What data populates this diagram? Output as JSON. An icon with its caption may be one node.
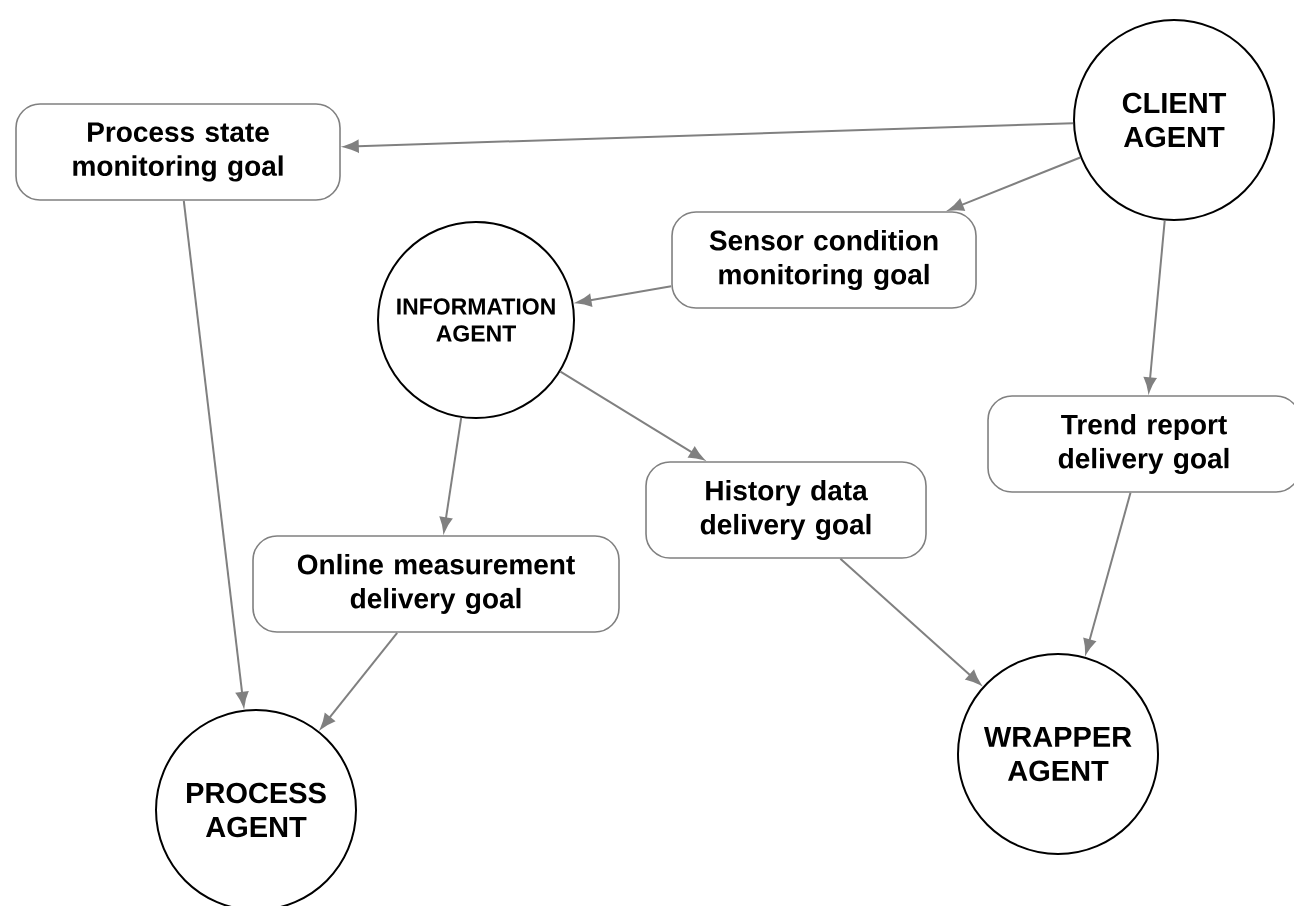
{
  "diagram": {
    "nodes": [
      {
        "text": [
          "Process state monitoring goal"
        ]
      },
      {
        "text": [
          "CLIENT AGENT"
        ]
      },
      {
        "text": [
          "Sensor condition monitoring goal"
        ]
      },
      {
        "text": [
          "INFORMATION AGENT"
        ]
      },
      {
        "text": [
          "Trend report delivery goal"
        ]
      },
      {
        "text": [
          "History data delivery goal"
        ]
      },
      {
        "text": [
          "Online measurement delivery goal"
        ]
      },
      {
        "text": [
          "WRAPPER AGENT"
        ]
      },
      {
        "text": [
          "PROCESS AGENT"
        ]
      }
    ],
    "edges": [
      {
        "from": 1,
        "to": 0,
        "arrow": "to"
      },
      {
        "from": 0,
        "to": 8,
        "arrow": "to"
      },
      {
        "from": 1,
        "to": 2,
        "arrow": "to"
      },
      {
        "from": 2,
        "to": 3,
        "arrow": "to"
      },
      {
        "from": 1,
        "to": 4,
        "arrow": "to"
      },
      {
        "from": 4,
        "to": 7,
        "arrow": "to"
      },
      {
        "from": 3,
        "to": 5,
        "arrow": "to"
      },
      {
        "from": 5,
        "to": 7,
        "arrow": "to"
      },
      {
        "from": 3,
        "to": 6,
        "arrow": "to"
      },
      {
        "from": 6,
        "to": 8,
        "arrow": "to"
      }
    ]
  }
}
